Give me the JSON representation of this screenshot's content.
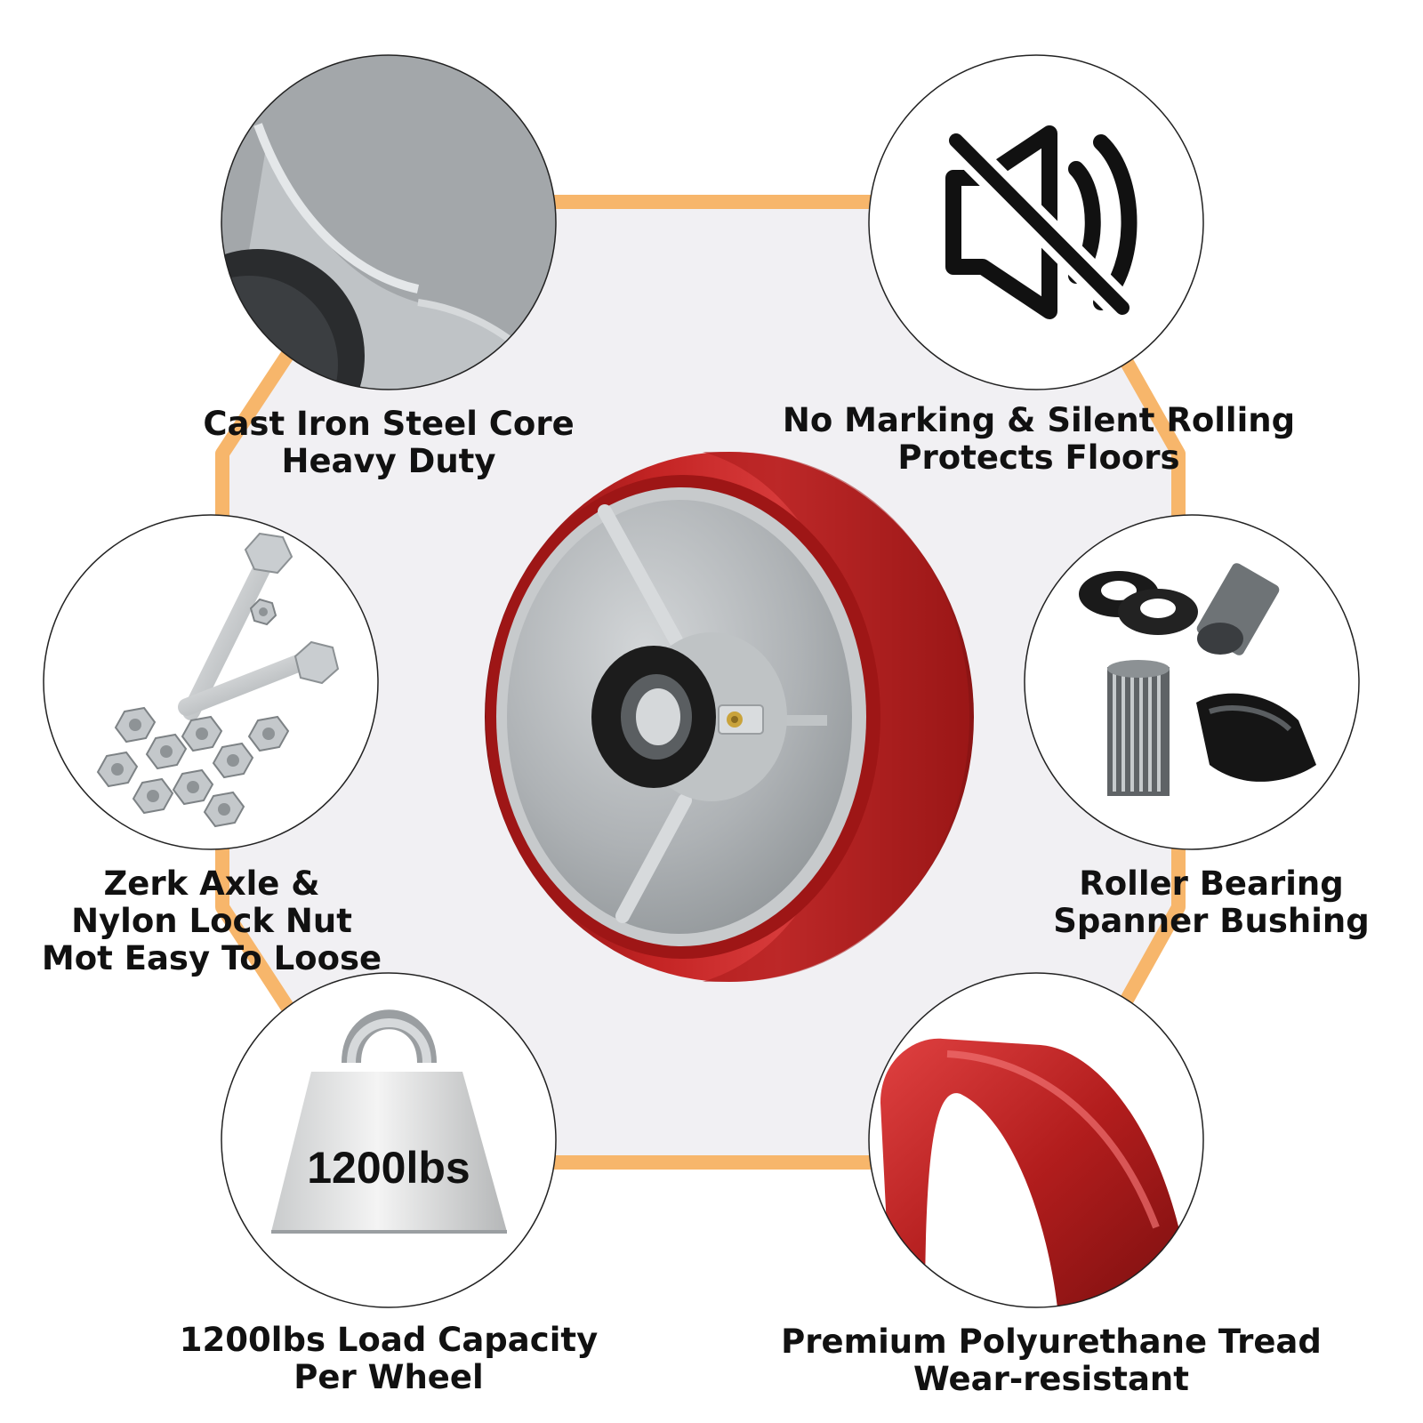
{
  "features": [
    {
      "id": "core",
      "lines": [
        "Cast Iron Steel Core",
        "Heavy Duty"
      ]
    },
    {
      "id": "silent",
      "lines": [
        "No Marking & Silent Rolling",
        "Protects Floors"
      ]
    },
    {
      "id": "axle",
      "lines": [
        "Zerk Axle &",
        "Nylon Lock Nut",
        "Mot Easy To Loose"
      ]
    },
    {
      "id": "bearing",
      "lines": [
        "Roller Bearing",
        "Spanner Bushing"
      ]
    },
    {
      "id": "load",
      "lines": [
        "1200lbs Load Capacity",
        "Per Wheel"
      ]
    },
    {
      "id": "tread",
      "lines": [
        "Premium Polyurethane Tread",
        "Wear-resistant"
      ]
    }
  ],
  "weight_badge": "1200lbs",
  "colors": {
    "accent_orange": "#F7B66B",
    "tread_red": "#B01E1E",
    "hub_gray": "#B9BDC0",
    "hex_fill": "#F1F0F3"
  },
  "icons": [
    "cast-iron-closeup-icon",
    "muted-speaker-icon",
    "bolts-nuts-icon",
    "bearing-bushing-icon",
    "weight-icon",
    "tread-closeup-icon",
    "caster-wheel-icon"
  ]
}
